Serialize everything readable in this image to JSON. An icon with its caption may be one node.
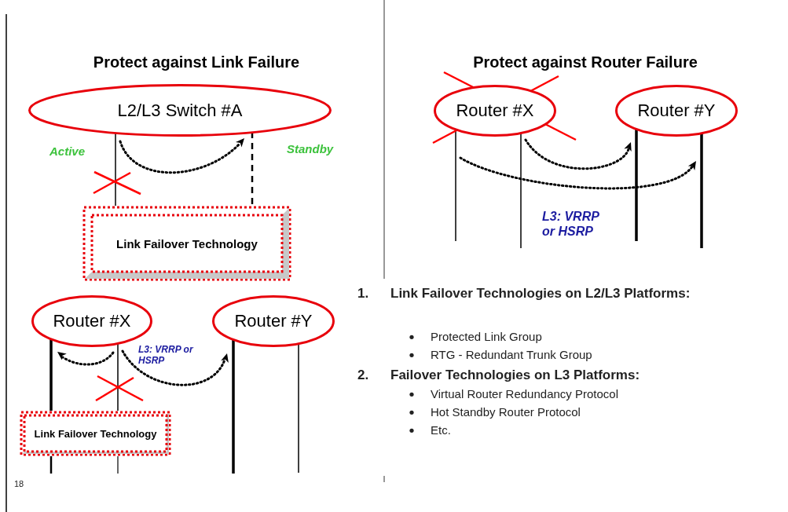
{
  "diagram": {
    "nodes": [
      {
        "text": [
          "L2/L3 Switch #A"
        ]
      },
      {
        "text": [
          "Link Failover Technology"
        ]
      },
      {
        "text": [
          "Router #X"
        ]
      },
      {
        "text": [
          "Router #Y"
        ]
      },
      {
        "text": [
          "Link Failover Technology"
        ]
      },
      {
        "text": [
          "Router #X"
        ]
      },
      {
        "text": [
          "Router #Y"
        ]
      }
    ],
    "edges": [
      {
        "from": 0,
        "to": 1,
        "arrow": "none"
      },
      {
        "from": 0,
        "to": 1,
        "arrow": "none",
        "style": "dashed"
      },
      {
        "from": 2,
        "to": 4,
        "arrow": "none",
        "style": "thick"
      },
      {
        "from": 2,
        "to": 4,
        "arrow": "none"
      },
      {
        "from": 3,
        "to": null,
        "arrow": "none",
        "style": "thick"
      },
      {
        "from": 3,
        "to": null,
        "arrow": "none"
      },
      {
        "from": 5,
        "to": null,
        "arrow": "none"
      },
      {
        "from": 5,
        "to": null,
        "arrow": "none"
      },
      {
        "from": 6,
        "to": null,
        "arrow": "none",
        "style": "thick"
      },
      {
        "from": 6,
        "to": null,
        "arrow": "none",
        "style": "thick"
      }
    ],
    "labels": [
      "Protect against Link Failure",
      "Protect against Router Failure",
      "Active",
      "Standby",
      "L3:  VRRP or HSRP",
      "L3: VRRP or HSRP",
      "1.",
      "Link Failover Technologies on L2/L3 Platforms:",
      "Protected Link Group",
      "RTG - Redundant Trunk Group",
      "2.",
      "Failover Technologies on L3 Platforms:",
      "Virtual Router Redundancy Protocol",
      "Hot Standby Router Protocol",
      "Etc.",
      "18"
    ]
  }
}
